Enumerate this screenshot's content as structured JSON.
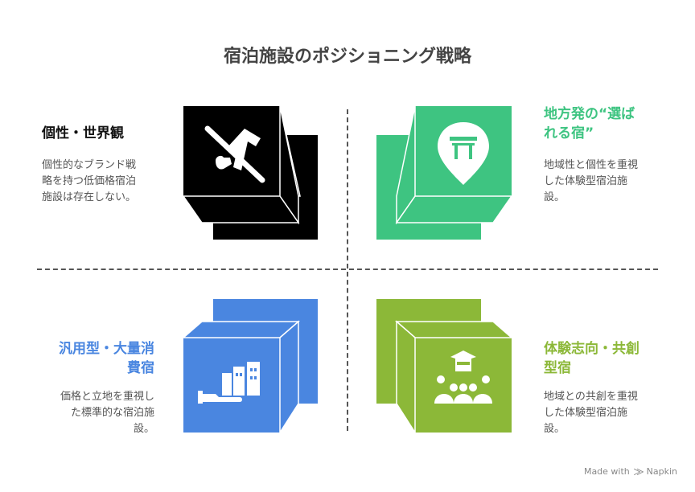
{
  "title": "宿泊施設のポジショニング戦略",
  "quadrants": {
    "top_left": {
      "label": "個性・世界観",
      "desc": [
        "個性的なブランド戦",
        "略を持つ低価格宿泊",
        "施設は存在しない。"
      ],
      "color": "#000000",
      "icon": "no-flight-icon"
    },
    "top_right": {
      "label": [
        "地方発の“選ば",
        "れる宿”"
      ],
      "desc": [
        "地域性と個性を重視",
        "した体験型宿泊施",
        "設。"
      ],
      "color": "#3ec481",
      "icon": "torii-location-pin-icon"
    },
    "bottom_left": {
      "label": [
        "汎用型・大量消",
        "費宿"
      ],
      "desc": [
        "価格と立地を重視し",
        "た標準的な宿泊施",
        "設。"
      ],
      "color": "#4a86e0",
      "icon": "buildings-hand-icon"
    },
    "bottom_right": {
      "label": [
        "体験志向・共創",
        "型宿"
      ],
      "desc": [
        "地域との共創を重視",
        "した体験型宿泊施",
        "設。"
      ],
      "color": "#8cb838",
      "icon": "community-gathering-icon"
    }
  },
  "footer": {
    "made_with": "Made with",
    "brand": "Napkin"
  }
}
